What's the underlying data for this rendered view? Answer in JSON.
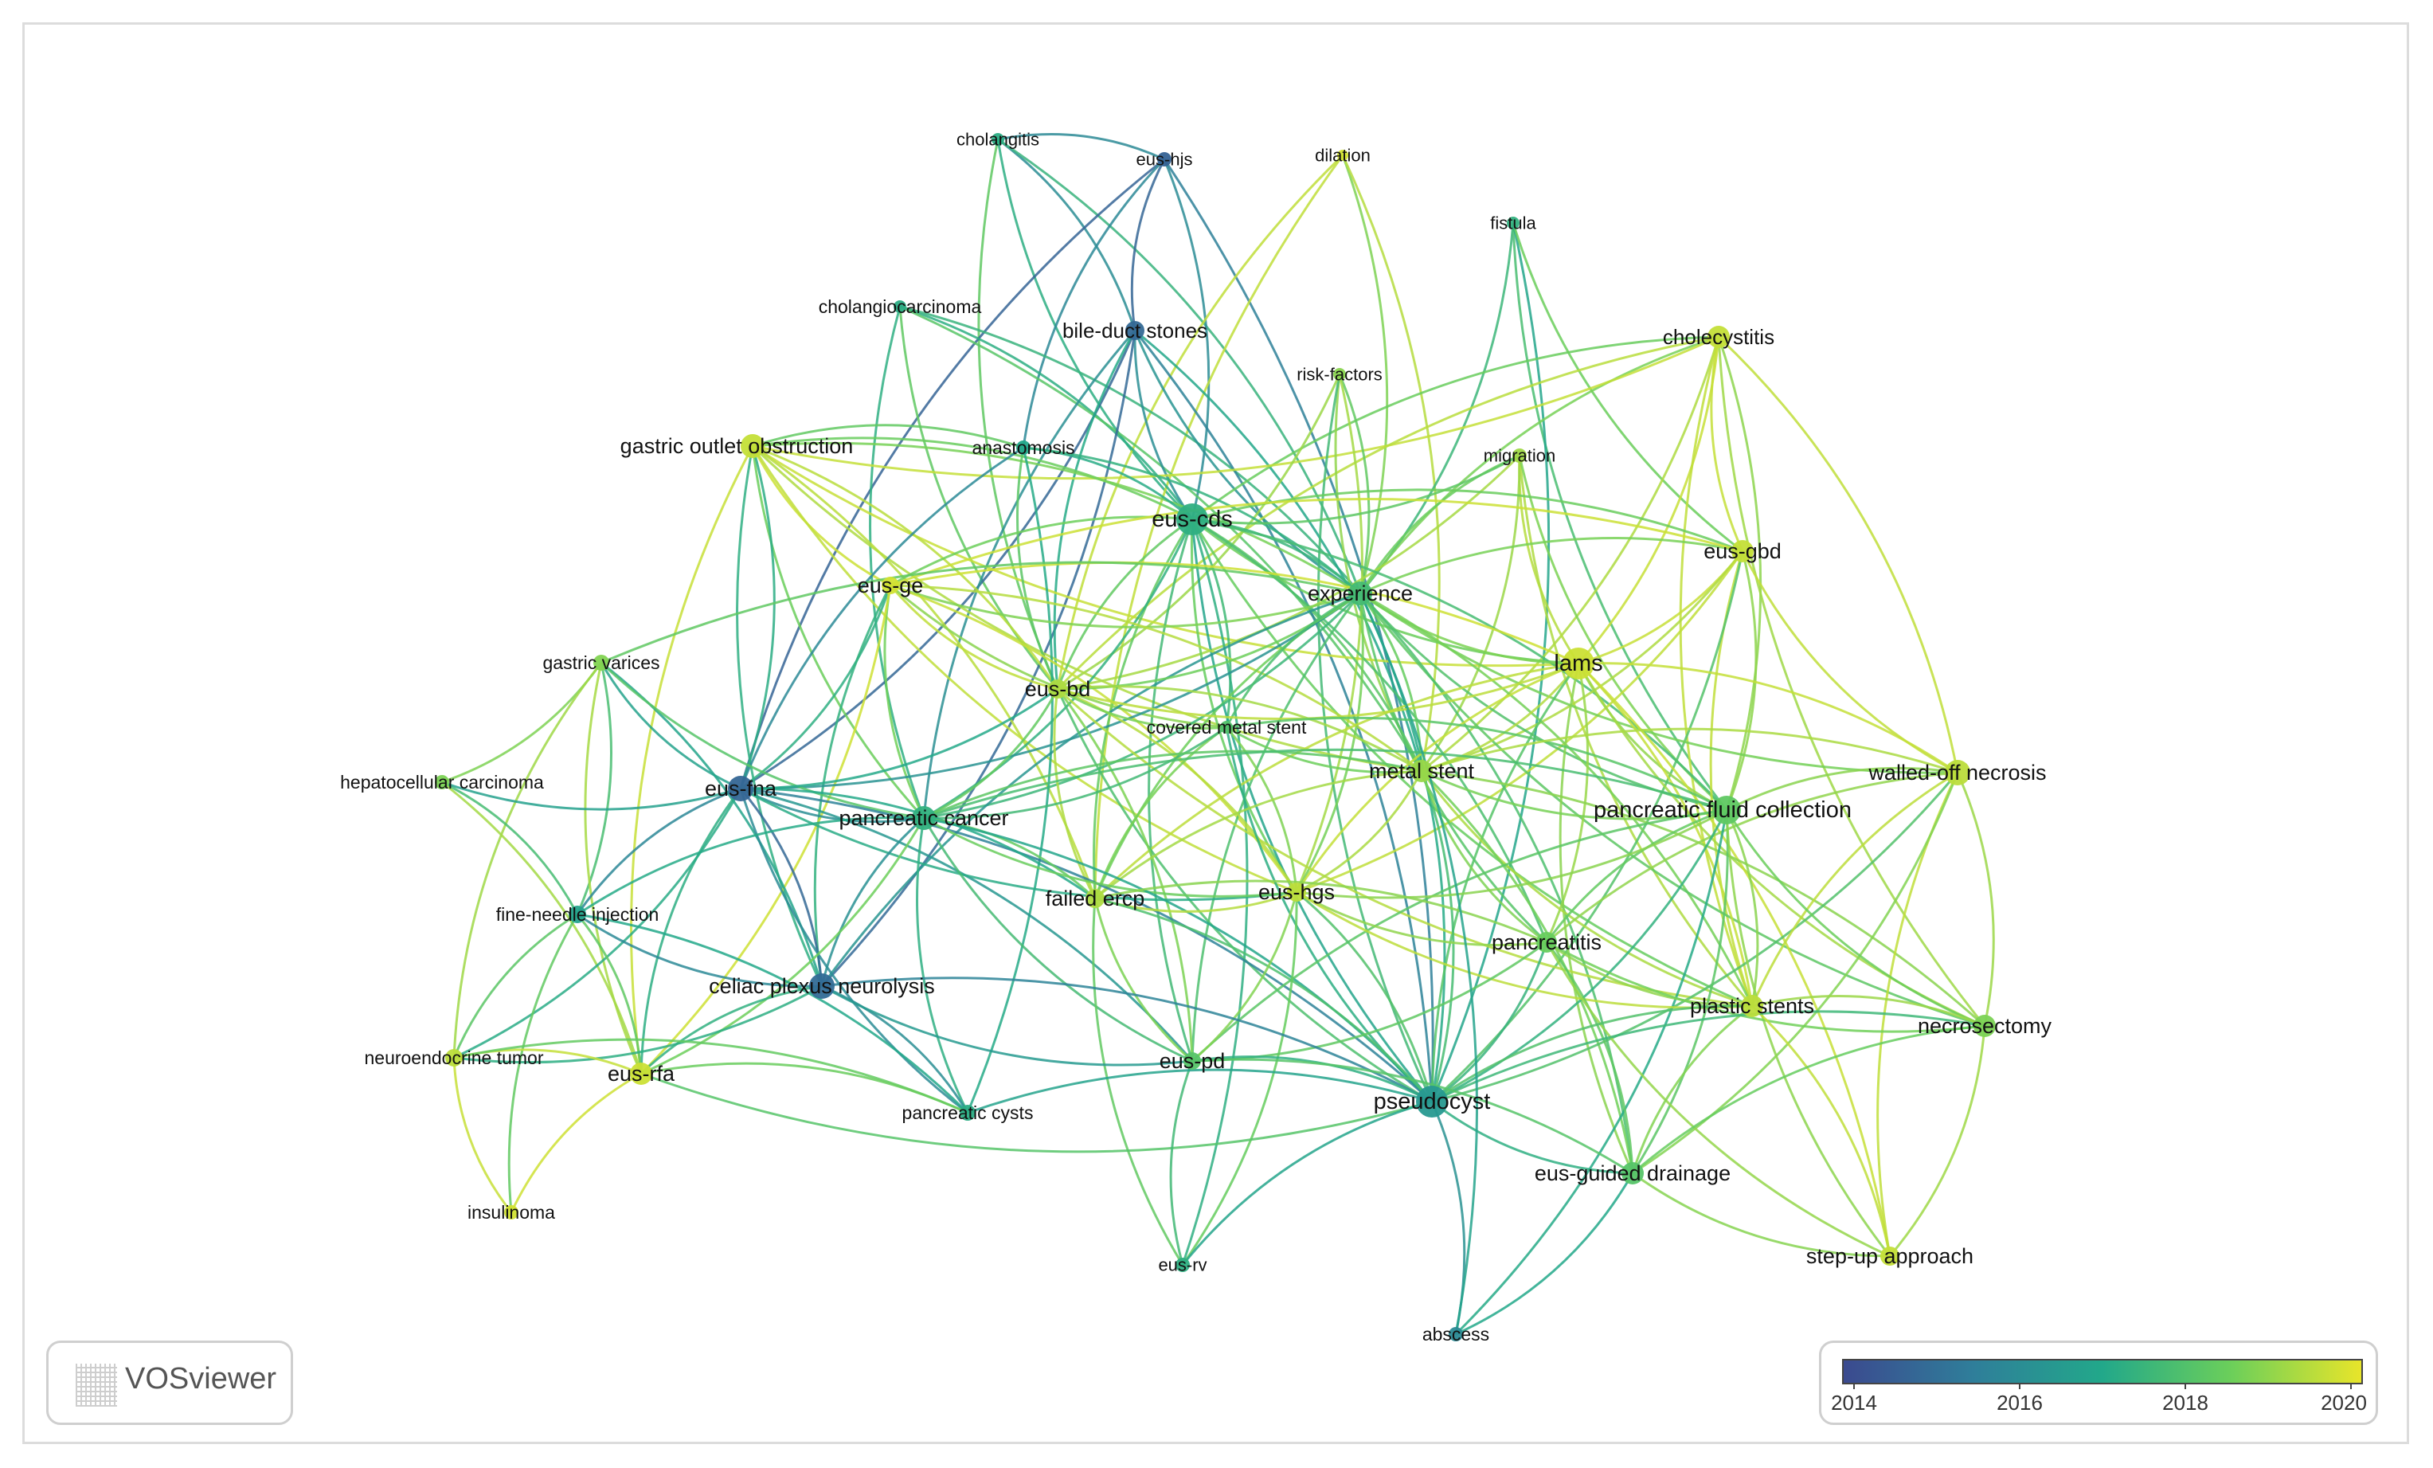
{
  "watermark": {
    "text": "VOSviewer",
    "icon": "vosviewer-logo-icon"
  },
  "legend": {
    "labels": [
      "2014",
      "2016",
      "2018",
      "2020"
    ],
    "colors": [
      "#3b4a8f",
      "#2f7e9a",
      "#22a88a",
      "#6ccf5a",
      "#e8e52a"
    ]
  },
  "nodes": [
    {
      "id": "cholangitis",
      "label": "cholangitis",
      "year": 2017.4
    },
    {
      "id": "eus-hjs",
      "label": "eus-hjs",
      "year": 2014.6
    },
    {
      "id": "dilation",
      "label": "dilation",
      "year": 2020.3
    },
    {
      "id": "fistula",
      "label": "fistula",
      "year": 2017.6
    },
    {
      "id": "cholangiocarcinoma",
      "label": "cholangiocarcinoma",
      "year": 2017.4
    },
    {
      "id": "bile-duct-stones",
      "label": "bile-duct stones",
      "year": 2014.8
    },
    {
      "id": "cholecystitis",
      "label": "cholecystitis",
      "year": 2020.1
    },
    {
      "id": "risk-factors",
      "label": "risk-factors",
      "year": 2019.3
    },
    {
      "id": "gastric-outlet-obstruction",
      "label": "gastric outlet obstruction",
      "year": 2020.1
    },
    {
      "id": "anastomosis",
      "label": "anastomosis",
      "year": 2017.2
    },
    {
      "id": "migration",
      "label": "migration",
      "year": 2019.6
    },
    {
      "id": "eus-cds",
      "label": "eus-cds",
      "year": 2017.5
    },
    {
      "id": "eus-gbd",
      "label": "eus-gbd",
      "year": 2020.1
    },
    {
      "id": "eus-ge",
      "label": "eus-ge",
      "year": 2020.3
    },
    {
      "id": "experience",
      "label": "experience",
      "year": 2018.0
    },
    {
      "id": "gastric-varices",
      "label": "gastric varices",
      "year": 2019.2
    },
    {
      "id": "lams",
      "label": "lams",
      "year": 2020.2
    },
    {
      "id": "eus-bd",
      "label": "eus-bd",
      "year": 2019.8
    },
    {
      "id": "covered-metal-stent",
      "label": "covered metal stent",
      "year": 2018.3
    },
    {
      "id": "metal-stent",
      "label": "metal stent",
      "year": 2019.5
    },
    {
      "id": "walled-off-necrosis",
      "label": "walled-off necrosis",
      "year": 2020.0
    },
    {
      "id": "hepatocellular-carcinoma",
      "label": "hepatocellular carcinoma",
      "year": 2019.1
    },
    {
      "id": "eus-fna",
      "label": "eus-fna",
      "year": 2014.7
    },
    {
      "id": "pancreatic-cancer",
      "label": "pancreatic cancer",
      "year": 2017.6
    },
    {
      "id": "pancreatic-fluid-collection",
      "label": "pancreatic fluid collection",
      "year": 2018.6
    },
    {
      "id": "failed-ercp",
      "label": "failed ercp",
      "year": 2019.8
    },
    {
      "id": "eus-hgs",
      "label": "eus-hgs",
      "year": 2020.0
    },
    {
      "id": "fine-needle-injection",
      "label": "fine-needle injection",
      "year": 2017.0
    },
    {
      "id": "pancreatitis",
      "label": "pancreatitis",
      "year": 2018.8
    },
    {
      "id": "celiac-plexus-neurolysis",
      "label": "celiac plexus neurolysis",
      "year": 2014.9
    },
    {
      "id": "plastic-stents",
      "label": "plastic stents",
      "year": 2020.0
    },
    {
      "id": "necrosectomy",
      "label": "necrosectomy",
      "year": 2019.1
    },
    {
      "id": "neuroendocrine-tumor",
      "label": "neuroendocrine tumor",
      "year": 2020.0
    },
    {
      "id": "eus-rfa",
      "label": "eus-rfa",
      "year": 2020.2
    },
    {
      "id": "eus-pd",
      "label": "eus-pd",
      "year": 2018.4
    },
    {
      "id": "pseudocyst",
      "label": "pseudocyst",
      "year": 2016.6
    },
    {
      "id": "pancreatic-cysts",
      "label": "pancreatic cysts",
      "year": 2017.4
    },
    {
      "id": "eus-guided-drainage",
      "label": "eus-guided drainage",
      "year": 2018.4
    },
    {
      "id": "insulinoma",
      "label": "insulinoma",
      "year": 2020.3
    },
    {
      "id": "step-up-approach",
      "label": "step-up approach",
      "year": 2020.1
    },
    {
      "id": "eus-rv",
      "label": "eus-rv",
      "year": 2017.5
    },
    {
      "id": "abscess",
      "label": "abscess",
      "year": 2016.0
    }
  ],
  "links": [
    [
      "cholangitis",
      "bile-duct-stones"
    ],
    [
      "cholangitis",
      "eus-cds"
    ],
    [
      "cholangitis",
      "experience"
    ],
    [
      "cholangitis",
      "eus-bd"
    ],
    [
      "cholangitis",
      "eus-hjs"
    ],
    [
      "eus-hjs",
      "bile-duct-stones"
    ],
    [
      "eus-hjs",
      "eus-cds"
    ],
    [
      "eus-hjs",
      "eus-fna"
    ],
    [
      "eus-hjs",
      "pseudocyst"
    ],
    [
      "eus-hjs",
      "anastomosis"
    ],
    [
      "dilation",
      "experience"
    ],
    [
      "dilation",
      "eus-bd"
    ],
    [
      "dilation",
      "metal-stent"
    ],
    [
      "dilation",
      "failed-ercp"
    ],
    [
      "fistula",
      "experience"
    ],
    [
      "fistula",
      "pancreatic-fluid-collection"
    ],
    [
      "fistula",
      "pseudocyst"
    ],
    [
      "fistula",
      "eus-gbd"
    ],
    [
      "cholangiocarcinoma",
      "eus-cds"
    ],
    [
      "cholangiocarcinoma",
      "pancreatic-cancer"
    ],
    [
      "cholangiocarcinoma",
      "metal-stent"
    ],
    [
      "cholangiocarcinoma",
      "eus-bd"
    ],
    [
      "cholangiocarcinoma",
      "experience"
    ],
    [
      "bile-duct-stones",
      "eus-cds"
    ],
    [
      "bile-duct-stones",
      "eus-fna"
    ],
    [
      "bile-duct-stones",
      "pancreatic-cancer"
    ],
    [
      "bile-duct-stones",
      "pseudocyst"
    ],
    [
      "bile-duct-stones",
      "experience"
    ],
    [
      "bile-duct-stones",
      "celiac-plexus-neurolysis"
    ],
    [
      "bile-duct-stones",
      "eus-bd"
    ],
    [
      "bile-duct-stones",
      "metal-stent"
    ],
    [
      "cholecystitis",
      "eus-gbd"
    ],
    [
      "cholecystitis",
      "lams"
    ],
    [
      "cholecystitis",
      "experience"
    ],
    [
      "cholecystitis",
      "metal-stent"
    ],
    [
      "cholecystitis",
      "eus-cds"
    ],
    [
      "cholecystitis",
      "gastric-outlet-obstruction"
    ],
    [
      "cholecystitis",
      "plastic-stents"
    ],
    [
      "cholecystitis",
      "walled-off-necrosis"
    ],
    [
      "cholecystitis",
      "eus-bd"
    ],
    [
      "cholecystitis",
      "pancreatic-fluid-collection"
    ],
    [
      "cholecystitis",
      "necrosectomy"
    ],
    [
      "risk-factors",
      "experience"
    ],
    [
      "risk-factors",
      "metal-stent"
    ],
    [
      "risk-factors",
      "eus-hgs"
    ],
    [
      "risk-factors",
      "pseudocyst"
    ],
    [
      "risk-factors",
      "eus-bd"
    ],
    [
      "gastric-outlet-obstruction",
      "eus-ge"
    ],
    [
      "gastric-outlet-obstruction",
      "eus-cds"
    ],
    [
      "gastric-outlet-obstruction",
      "pancreatic-cancer"
    ],
    [
      "gastric-outlet-obstruction",
      "experience"
    ],
    [
      "gastric-outlet-obstruction",
      "lams"
    ],
    [
      "gastric-outlet-obstruction",
      "eus-bd"
    ],
    [
      "gastric-outlet-obstruction",
      "metal-stent"
    ],
    [
      "gastric-outlet-obstruction",
      "failed-ercp"
    ],
    [
      "gastric-outlet-obstruction",
      "eus-hgs"
    ],
    [
      "gastric-outlet-obstruction",
      "eus-fna"
    ],
    [
      "gastric-outlet-obstruction",
      "celiac-plexus-neurolysis"
    ],
    [
      "gastric-outlet-obstruction",
      "anastomosis"
    ],
    [
      "gastric-outlet-obstruction",
      "eus-rfa"
    ],
    [
      "anastomosis",
      "eus-cds"
    ],
    [
      "anastomosis",
      "eus-fna"
    ],
    [
      "anastomosis",
      "experience"
    ],
    [
      "anastomosis",
      "eus-bd"
    ],
    [
      "anastomosis",
      "pancreatic-cysts"
    ],
    [
      "migration",
      "lams"
    ],
    [
      "migration",
      "metal-stent"
    ],
    [
      "migration",
      "experience"
    ],
    [
      "migration",
      "eus-cds"
    ],
    [
      "migration",
      "plastic-stents"
    ],
    [
      "migration",
      "eus-bd"
    ],
    [
      "migration",
      "pancreatic-fluid-collection"
    ],
    [
      "eus-cds",
      "experience"
    ],
    [
      "eus-cds",
      "eus-hgs"
    ],
    [
      "eus-cds",
      "metal-stent"
    ],
    [
      "eus-cds",
      "failed-ercp"
    ],
    [
      "eus-cds",
      "pancreatic-cancer"
    ],
    [
      "eus-cds",
      "eus-bd"
    ],
    [
      "eus-cds",
      "covered-metal-stent"
    ],
    [
      "eus-cds",
      "pseudocyst"
    ],
    [
      "eus-cds",
      "eus-gbd"
    ],
    [
      "eus-cds",
      "lams"
    ],
    [
      "eus-cds",
      "pancreatic-fluid-collection"
    ],
    [
      "eus-cds",
      "eus-pd"
    ],
    [
      "eus-cds",
      "eus-rv"
    ],
    [
      "eus-cds",
      "eus-ge"
    ],
    [
      "eus-cds",
      "pancreatitis"
    ],
    [
      "eus-cds",
      "plastic-stents"
    ],
    [
      "eus-gbd",
      "lams"
    ],
    [
      "eus-gbd",
      "experience"
    ],
    [
      "eus-gbd",
      "metal-stent"
    ],
    [
      "eus-gbd",
      "walled-off-necrosis"
    ],
    [
      "eus-gbd",
      "pancreatic-fluid-collection"
    ],
    [
      "eus-gbd",
      "plastic-stents"
    ],
    [
      "eus-gbd",
      "eus-hgs"
    ],
    [
      "eus-gbd",
      "eus-ge"
    ],
    [
      "eus-gbd",
      "pseudocyst"
    ],
    [
      "eus-ge",
      "experience"
    ],
    [
      "eus-ge",
      "lams"
    ],
    [
      "eus-ge",
      "pancreatic-cancer"
    ],
    [
      "eus-ge",
      "metal-stent"
    ],
    [
      "eus-ge",
      "eus-bd"
    ],
    [
      "eus-ge",
      "eus-hgs"
    ],
    [
      "eus-ge",
      "covered-metal-stent"
    ],
    [
      "eus-ge",
      "eus-fna"
    ],
    [
      "eus-ge",
      "celiac-plexus-neurolysis"
    ],
    [
      "eus-ge",
      "eus-rfa"
    ],
    [
      "experience",
      "lams"
    ],
    [
      "experience",
      "metal-stent"
    ],
    [
      "experience",
      "pancreatic-fluid-collection"
    ],
    [
      "experience",
      "pseudocyst"
    ],
    [
      "experience",
      "pancreatitis"
    ],
    [
      "experience",
      "eus-hgs"
    ],
    [
      "experience",
      "failed-ercp"
    ],
    [
      "experience",
      "pancreatic-cancer"
    ],
    [
      "experience",
      "walled-off-necrosis"
    ],
    [
      "experience",
      "plastic-stents"
    ],
    [
      "experience",
      "necrosectomy"
    ],
    [
      "experience",
      "eus-guided-drainage"
    ],
    [
      "experience",
      "eus-pd"
    ],
    [
      "experience",
      "eus-fna"
    ],
    [
      "experience",
      "celiac-plexus-neurolysis"
    ],
    [
      "experience",
      "eus-bd"
    ],
    [
      "experience",
      "covered-metal-stent"
    ],
    [
      "gastric-varices",
      "hepatocellular-carcinoma"
    ],
    [
      "gastric-varices",
      "eus-fna"
    ],
    [
      "gastric-varices",
      "fine-needle-injection"
    ],
    [
      "gastric-varices",
      "eus-rfa"
    ],
    [
      "gastric-varices",
      "celiac-plexus-neurolysis"
    ],
    [
      "gastric-varices",
      "pancreatic-cancer"
    ],
    [
      "gastric-varices",
      "experience"
    ],
    [
      "gastric-varices",
      "neuroendocrine-tumor"
    ],
    [
      "lams",
      "metal-stent"
    ],
    [
      "lams",
      "pancreatic-fluid-collection"
    ],
    [
      "lams",
      "walled-off-necrosis"
    ],
    [
      "lams",
      "pseudocyst"
    ],
    [
      "lams",
      "plastic-stents"
    ],
    [
      "lams",
      "necrosectomy"
    ],
    [
      "lams",
      "pancreatitis"
    ],
    [
      "lams",
      "eus-guided-drainage"
    ],
    [
      "lams",
      "step-up-approach"
    ],
    [
      "lams",
      "eus-hgs"
    ],
    [
      "lams",
      "eus-bd"
    ],
    [
      "lams",
      "failed-ercp"
    ],
    [
      "eus-bd",
      "metal-stent"
    ],
    [
      "eus-bd",
      "failed-ercp"
    ],
    [
      "eus-bd",
      "eus-hgs"
    ],
    [
      "eus-bd",
      "covered-metal-stent"
    ],
    [
      "eus-bd",
      "pancreatic-cancer"
    ],
    [
      "eus-bd",
      "pseudocyst"
    ],
    [
      "eus-bd",
      "eus-pd"
    ],
    [
      "eus-bd",
      "plastic-stents"
    ],
    [
      "eus-bd",
      "eus-fna"
    ],
    [
      "covered-metal-stent",
      "metal-stent"
    ],
    [
      "covered-metal-stent",
      "eus-hgs"
    ],
    [
      "covered-metal-stent",
      "failed-ercp"
    ],
    [
      "covered-metal-stent",
      "pancreatic-cancer"
    ],
    [
      "covered-metal-stent",
      "pseudocyst"
    ],
    [
      "covered-metal-stent",
      "pancreatic-fluid-collection"
    ],
    [
      "metal-stent",
      "pancreatic-fluid-collection"
    ],
    [
      "metal-stent",
      "pseudocyst"
    ],
    [
      "metal-stent",
      "plastic-stents"
    ],
    [
      "metal-stent",
      "eus-hgs"
    ],
    [
      "metal-stent",
      "failed-ercp"
    ],
    [
      "metal-stent",
      "walled-off-necrosis"
    ],
    [
      "metal-stent",
      "pancreatitis"
    ],
    [
      "metal-stent",
      "eus-guided-drainage"
    ],
    [
      "metal-stent",
      "pancreatic-cancer"
    ],
    [
      "metal-stent",
      "necrosectomy"
    ],
    [
      "walled-off-necrosis",
      "pancreatic-fluid-collection"
    ],
    [
      "walled-off-necrosis",
      "necrosectomy"
    ],
    [
      "walled-off-necrosis",
      "step-up-approach"
    ],
    [
      "walled-off-necrosis",
      "pseudocyst"
    ],
    [
      "walled-off-necrosis",
      "plastic-stents"
    ],
    [
      "walled-off-necrosis",
      "eus-guided-drainage"
    ],
    [
      "walled-off-necrosis",
      "pancreatitis"
    ],
    [
      "hepatocellular-carcinoma",
      "fine-needle-injection"
    ],
    [
      "hepatocellular-carcinoma",
      "eus-fna"
    ],
    [
      "hepatocellular-carcinoma",
      "eus-rfa"
    ],
    [
      "eus-fna",
      "pancreatic-cancer"
    ],
    [
      "eus-fna",
      "celiac-plexus-neurolysis"
    ],
    [
      "eus-fna",
      "fine-needle-injection"
    ],
    [
      "eus-fna",
      "pseudocyst"
    ],
    [
      "eus-fna",
      "pancreatic-cysts"
    ],
    [
      "eus-fna",
      "eus-pd"
    ],
    [
      "eus-fna",
      "eus-rfa"
    ],
    [
      "eus-fna",
      "neuroendocrine-tumor"
    ],
    [
      "eus-fna",
      "eus-hgs"
    ],
    [
      "eus-fna",
      "failed-ercp"
    ],
    [
      "pancreatic-cancer",
      "celiac-plexus-neurolysis"
    ],
    [
      "pancreatic-cancer",
      "failed-ercp"
    ],
    [
      "pancreatic-cancer",
      "eus-hgs"
    ],
    [
      "pancreatic-cancer",
      "pseudocyst"
    ],
    [
      "pancreatic-cancer",
      "fine-needle-injection"
    ],
    [
      "pancreatic-cancer",
      "eus-rfa"
    ],
    [
      "pancreatic-cancer",
      "pancreatic-cysts"
    ],
    [
      "pancreatic-cancer",
      "pancreatic-fluid-collection"
    ],
    [
      "pancreatic-cancer",
      "eus-pd"
    ],
    [
      "pancreatic-fluid-collection",
      "pseudocyst"
    ],
    [
      "pancreatic-fluid-collection",
      "pancreatitis"
    ],
    [
      "pancreatic-fluid-collection",
      "plastic-stents"
    ],
    [
      "pancreatic-fluid-collection",
      "necrosectomy"
    ],
    [
      "pancreatic-fluid-collection",
      "eus-guided-drainage"
    ],
    [
      "pancreatic-fluid-collection",
      "step-up-approach"
    ],
    [
      "pancreatic-fluid-collection",
      "abscess"
    ],
    [
      "pancreatic-fluid-collection",
      "eus-pd"
    ],
    [
      "pancreatic-fluid-collection",
      "eus-hgs"
    ],
    [
      "failed-ercp",
      "eus-hgs"
    ],
    [
      "failed-ercp",
      "pseudocyst"
    ],
    [
      "failed-ercp",
      "eus-pd"
    ],
    [
      "failed-ercp",
      "pancreatitis"
    ],
    [
      "failed-ercp",
      "eus-rv"
    ],
    [
      "eus-hgs",
      "pseudocyst"
    ],
    [
      "eus-hgs",
      "pancreatitis"
    ],
    [
      "eus-hgs",
      "eus-pd"
    ],
    [
      "eus-hgs",
      "plastic-stents"
    ],
    [
      "eus-hgs",
      "eus-rv"
    ],
    [
      "fine-needle-injection",
      "celiac-plexus-neurolysis"
    ],
    [
      "fine-needle-injection",
      "eus-rfa"
    ],
    [
      "fine-needle-injection",
      "neuroendocrine-tumor"
    ],
    [
      "fine-needle-injection",
      "pancreatic-cysts"
    ],
    [
      "fine-needle-injection",
      "insulinoma"
    ],
    [
      "pancreatitis",
      "pseudocyst"
    ],
    [
      "pancreatitis",
      "plastic-stents"
    ],
    [
      "pancreatitis",
      "eus-guided-drainage"
    ],
    [
      "pancreatitis",
      "necrosectomy"
    ],
    [
      "pancreatitis",
      "eus-pd"
    ],
    [
      "pancreatitis",
      "step-up-approach"
    ],
    [
      "celiac-plexus-neurolysis",
      "pseudocyst"
    ],
    [
      "celiac-plexus-neurolysis",
      "eus-rfa"
    ],
    [
      "celiac-plexus-neurolysis",
      "pancreatic-cysts"
    ],
    [
      "celiac-plexus-neurolysis",
      "eus-pd"
    ],
    [
      "celiac-plexus-neurolysis",
      "neuroendocrine-tumor"
    ],
    [
      "plastic-stents",
      "pseudocyst"
    ],
    [
      "plastic-stents",
      "necrosectomy"
    ],
    [
      "plastic-stents",
      "eus-guided-drainage"
    ],
    [
      "plastic-stents",
      "step-up-approach"
    ],
    [
      "necrosectomy",
      "eus-guided-drainage"
    ],
    [
      "necrosectomy",
      "step-up-approach"
    ],
    [
      "necrosectomy",
      "pseudocyst"
    ],
    [
      "neuroendocrine-tumor",
      "eus-rfa"
    ],
    [
      "neuroendocrine-tumor",
      "insulinoma"
    ],
    [
      "neuroendocrine-tumor",
      "pancreatic-cysts"
    ],
    [
      "eus-rfa",
      "insulinoma"
    ],
    [
      "eus-rfa",
      "pancreatic-cysts"
    ],
    [
      "eus-rfa",
      "pseudocyst"
    ],
    [
      "eus-pd",
      "pseudocyst"
    ],
    [
      "eus-pd",
      "eus-rv"
    ],
    [
      "eus-pd",
      "eus-guided-drainage"
    ],
    [
      "pseudocyst",
      "eus-guided-drainage"
    ],
    [
      "pseudocyst",
      "abscess"
    ],
    [
      "pseudocyst",
      "pancreatic-cysts"
    ],
    [
      "eus-guided-drainage",
      "abscess"
    ],
    [
      "eus-guided-drainage",
      "step-up-approach"
    ],
    [
      "eus-rv",
      "pseudocyst"
    ],
    [
      "abscess",
      "experience"
    ]
  ]
}
